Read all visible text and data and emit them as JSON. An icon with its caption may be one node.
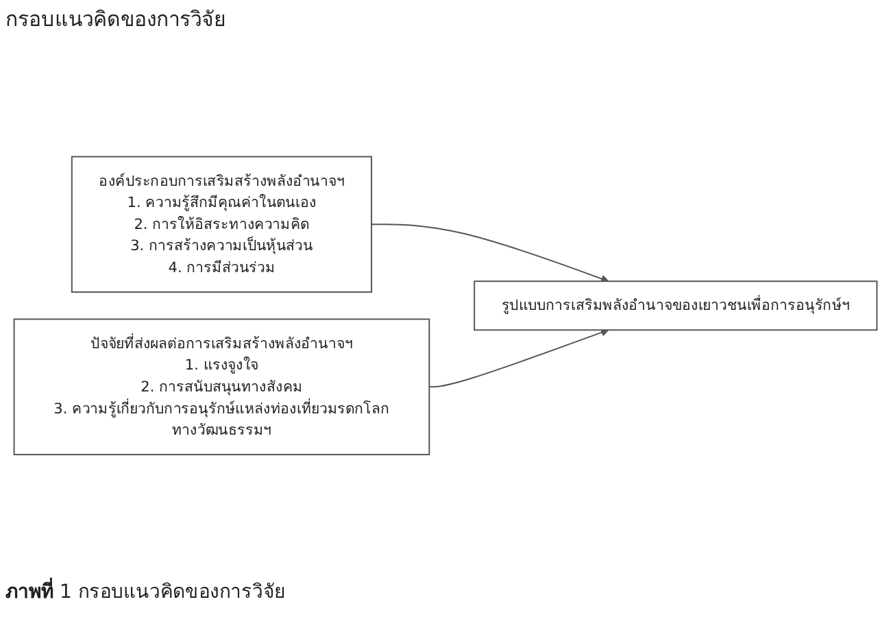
{
  "diagram": {
    "title": "กรอบแนวคิดของการวิจัย",
    "caption": "**ภาพที่** 1 กรอบแนวคิดของการวิจัย",
    "nodes": [
      {
        "text": [
          "องค์ประกอบการเสริมสร้างพลังอำนาจฯ",
          "1. ความรู้สึกมีคุณค่าในตนเอง",
          "2. การให้อิสระทางความคิด",
          "3. การสร้างความเป็นหุ้นส่วน",
          "4. การมีส่วนร่วม"
        ]
      },
      {
        "text": [
          "รูปแบบการเสริมพลังอำนาจของเยาวชนเพื่อการอนุรักษ์ฯ"
        ]
      },
      {
        "text": [
          "ปัจจัยที่ส่งผลต่อการเสริมสร้างพลังอำนาจฯ",
          "1. แรงจูงใจ",
          "2. การสนับสนุนทางสังคม",
          "3. ความรู้เกี่ยวกับการอนุรักษ์แหล่งท่องเที่ยวมรดกโลกทางวัฒนธรรมฯ"
        ]
      }
    ],
    "edges": [
      {
        "from": 0,
        "to": 1,
        "arrow": "to"
      },
      {
        "from": 2,
        "to": 1,
        "arrow": "to"
      }
    ]
  }
}
